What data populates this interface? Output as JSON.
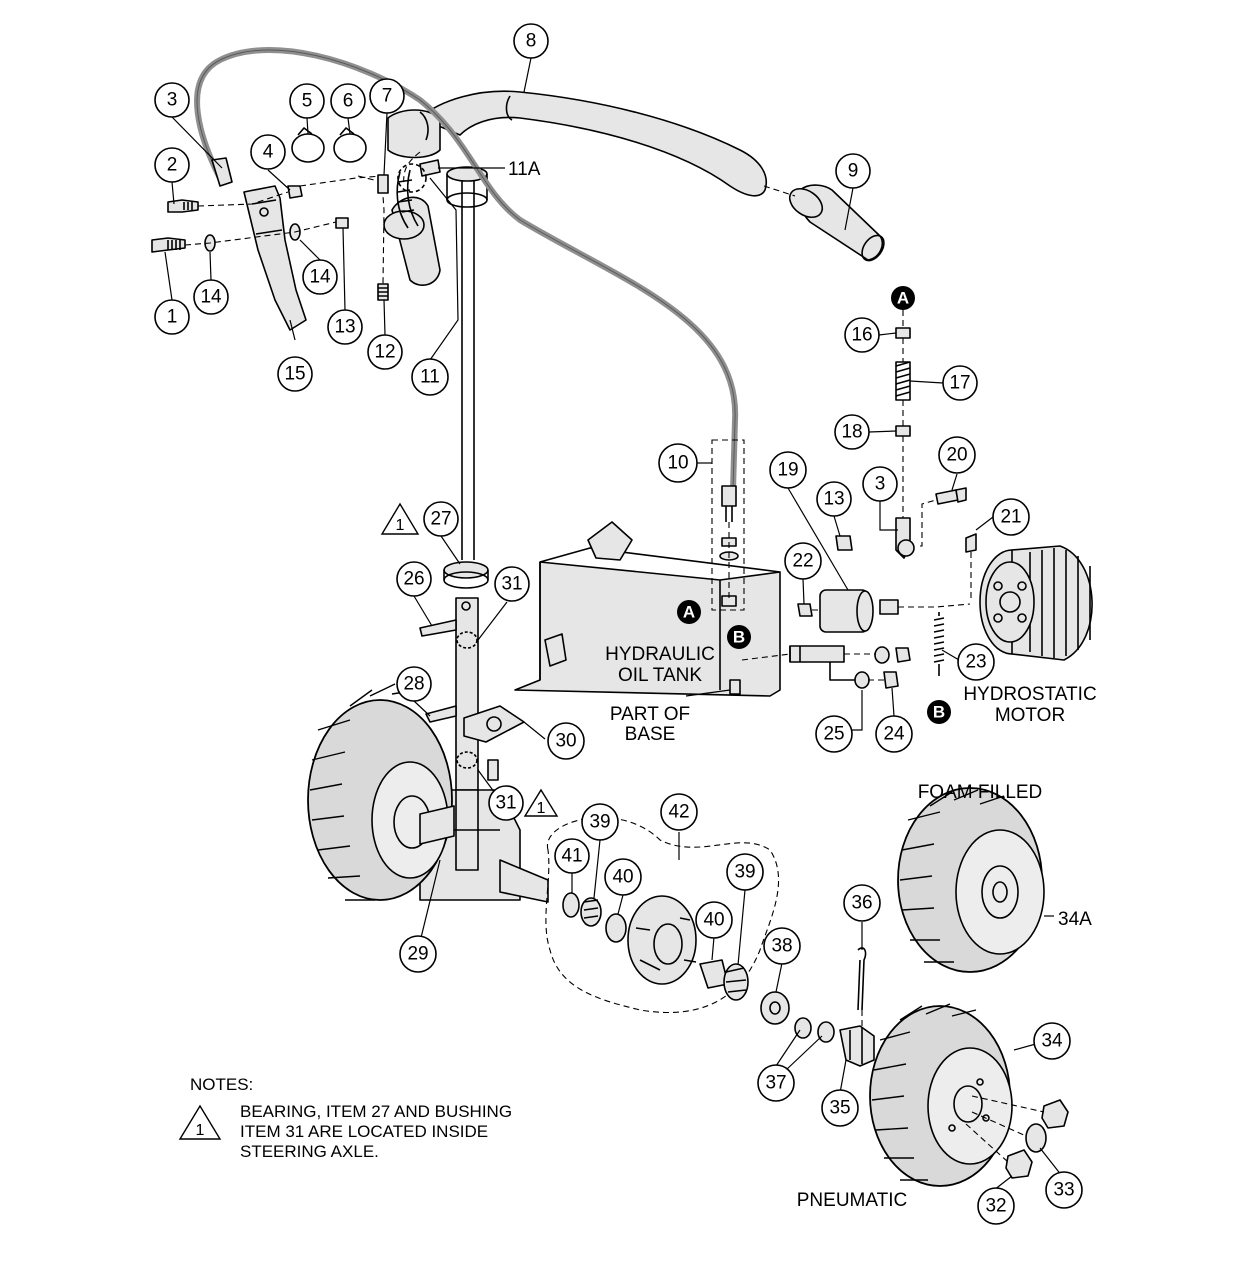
{
  "callouts": [
    {
      "id": "1",
      "text": "1"
    },
    {
      "id": "2",
      "text": "2"
    },
    {
      "id": "3a",
      "text": "3"
    },
    {
      "id": "3b",
      "text": "3"
    },
    {
      "id": "4",
      "text": "4"
    },
    {
      "id": "5",
      "text": "5"
    },
    {
      "id": "6",
      "text": "6"
    },
    {
      "id": "7",
      "text": "7"
    },
    {
      "id": "8",
      "text": "8"
    },
    {
      "id": "9",
      "text": "9"
    },
    {
      "id": "10",
      "text": "10"
    },
    {
      "id": "11",
      "text": "11"
    },
    {
      "id": "12",
      "text": "12"
    },
    {
      "id": "13a",
      "text": "13"
    },
    {
      "id": "13b",
      "text": "13"
    },
    {
      "id": "14a",
      "text": "14"
    },
    {
      "id": "14b",
      "text": "14"
    },
    {
      "id": "15",
      "text": "15"
    },
    {
      "id": "16",
      "text": "16"
    },
    {
      "id": "17",
      "text": "17"
    },
    {
      "id": "18",
      "text": "18"
    },
    {
      "id": "19",
      "text": "19"
    },
    {
      "id": "20",
      "text": "20"
    },
    {
      "id": "21",
      "text": "21"
    },
    {
      "id": "22",
      "text": "22"
    },
    {
      "id": "23",
      "text": "23"
    },
    {
      "id": "24",
      "text": "24"
    },
    {
      "id": "25",
      "text": "25"
    },
    {
      "id": "26",
      "text": "26"
    },
    {
      "id": "27",
      "text": "27"
    },
    {
      "id": "28",
      "text": "28"
    },
    {
      "id": "29",
      "text": "29"
    },
    {
      "id": "30",
      "text": "30"
    },
    {
      "id": "31a",
      "text": "31"
    },
    {
      "id": "31b",
      "text": "31"
    },
    {
      "id": "32",
      "text": "32"
    },
    {
      "id": "33",
      "text": "33"
    },
    {
      "id": "34",
      "text": "34"
    },
    {
      "id": "35",
      "text": "35"
    },
    {
      "id": "36",
      "text": "36"
    },
    {
      "id": "37",
      "text": "37"
    },
    {
      "id": "38",
      "text": "38"
    },
    {
      "id": "39a",
      "text": "39"
    },
    {
      "id": "39b",
      "text": "39"
    },
    {
      "id": "40a",
      "text": "40"
    },
    {
      "id": "40b",
      "text": "40"
    },
    {
      "id": "41",
      "text": "41"
    },
    {
      "id": "42",
      "text": "42"
    }
  ],
  "labels": {
    "item_11a": "11A",
    "item_34a": "34A",
    "hydraulic_oil_tank": [
      "HYDRAULIC",
      "OIL TANK"
    ],
    "part_of_base": [
      "PART OF",
      "BASE"
    ],
    "hydrostatic_motor": [
      "HYDROSTATIC",
      "MOTOR"
    ],
    "foam_filled": "FOAM FILLED",
    "pneumatic": "PNEUMATIC"
  },
  "markers": {
    "a": "A",
    "b": "B"
  },
  "warning_symbol": "1",
  "notes": {
    "heading": "NOTES:",
    "note_number": "1",
    "lines": [
      "BEARING, ITEM 27 AND BUSHING",
      "ITEM 31 ARE LOCATED INSIDE",
      "STEERING AXLE."
    ]
  }
}
